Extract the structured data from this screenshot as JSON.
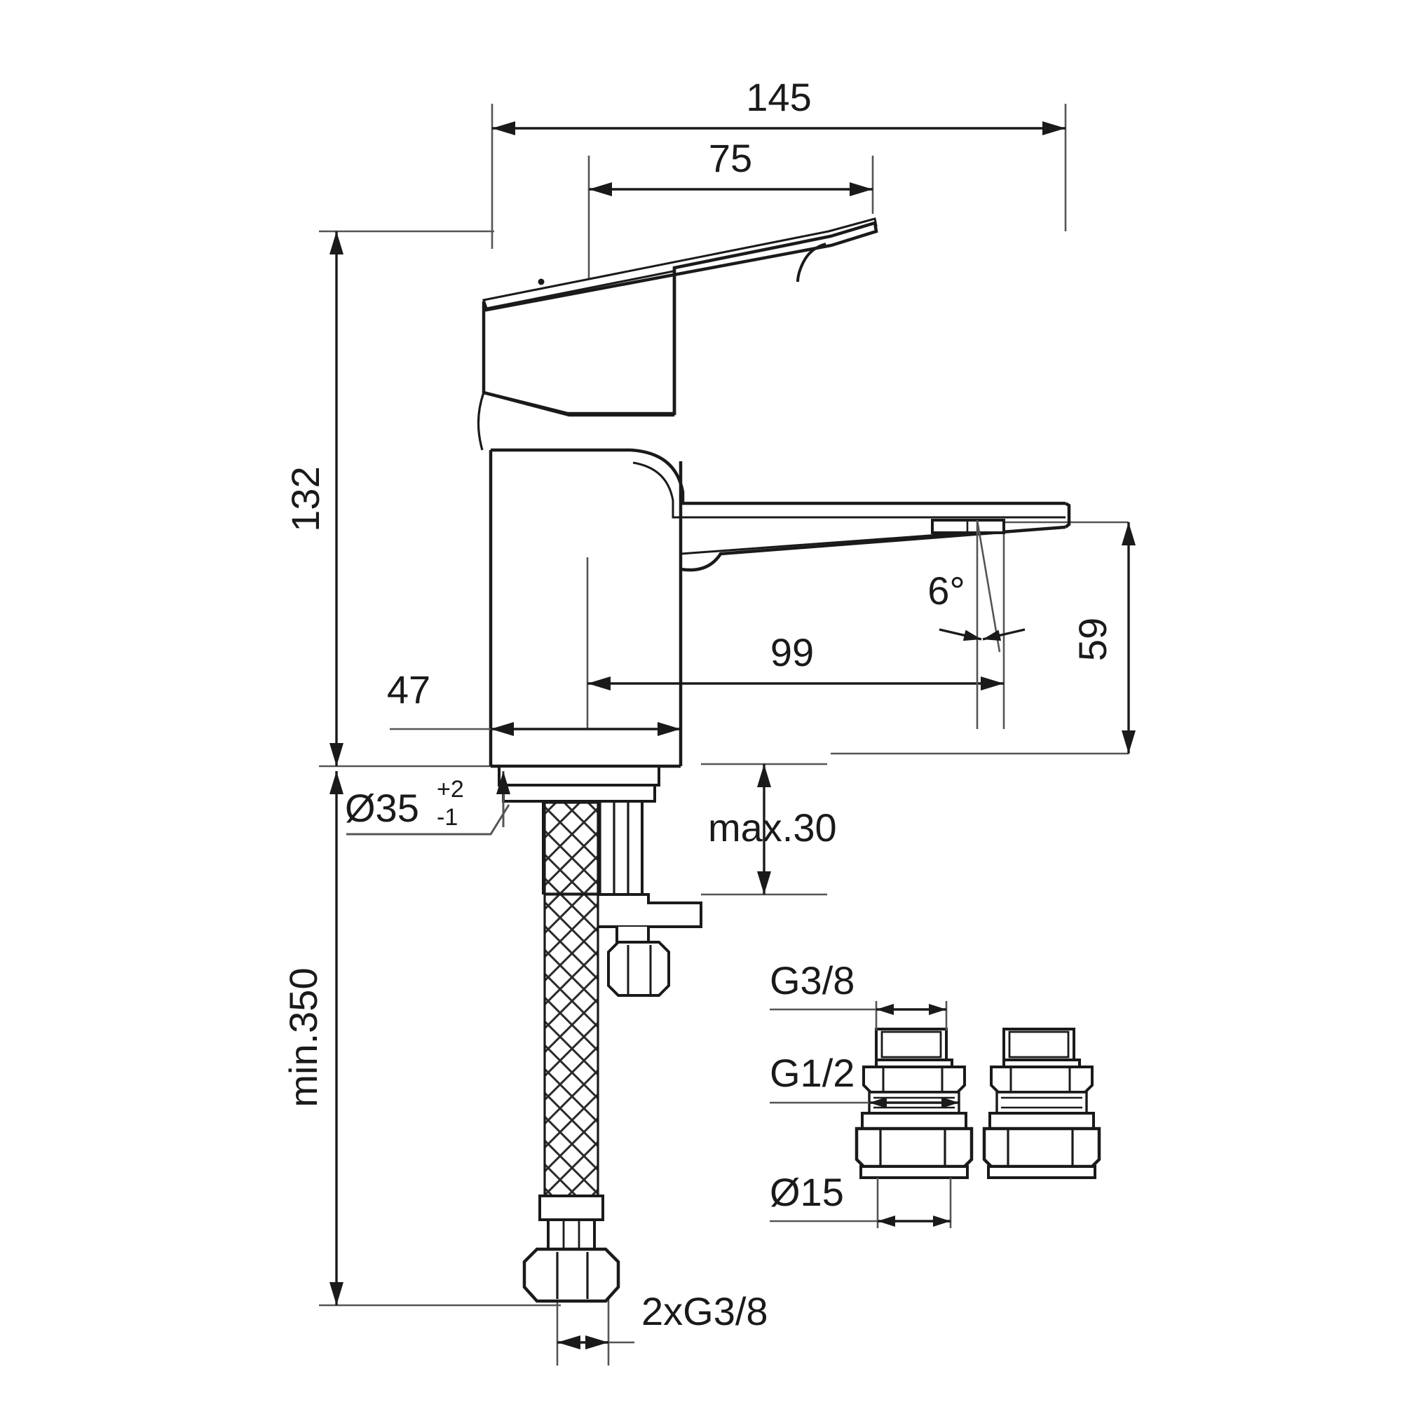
{
  "drawing": {
    "title": "Single-lever basin mixer dimensional drawing",
    "units": "mm",
    "line_color": "#1a1a1a",
    "background_color": "#ffffff"
  },
  "dimensions": {
    "overall_width": "145",
    "handle_offset": "75",
    "overall_height": "132",
    "body_width": "47",
    "spout_projection": "99",
    "spout_height": "59",
    "spout_angle": "6°",
    "deck_hole": "Ø35",
    "deck_hole_tol_upper": "+2",
    "deck_hole_tol_lower": "-1",
    "deck_thickness": "max.30",
    "hose_length": "min.350",
    "hose_thread": "2xG3/8"
  },
  "fittings": {
    "top_thread": "G3/8",
    "mid_thread": "G1/2",
    "tube_diameter": "Ø15"
  },
  "labels": [
    {
      "id": "width-145",
      "text": "145"
    },
    {
      "id": "width-75",
      "text": "75"
    },
    {
      "id": "height-132",
      "text": "132"
    },
    {
      "id": "body-47",
      "text": "47"
    },
    {
      "id": "spout-99",
      "text": "99"
    },
    {
      "id": "spout-59",
      "text": "59"
    },
    {
      "id": "angle-6",
      "text": "6°"
    },
    {
      "id": "hole-d35",
      "text": "Ø35"
    },
    {
      "id": "hole-tol-up",
      "text": "+2"
    },
    {
      "id": "hole-tol-lo",
      "text": "-1"
    },
    {
      "id": "deck-max30",
      "text": "max.30"
    },
    {
      "id": "hose-min350",
      "text": "min.350"
    },
    {
      "id": "hose-2xg38",
      "text": "2xG3/8"
    },
    {
      "id": "fit-g38",
      "text": "G3/8"
    },
    {
      "id": "fit-g12",
      "text": "G1/2"
    },
    {
      "id": "fit-d15",
      "text": "Ø15"
    }
  ]
}
